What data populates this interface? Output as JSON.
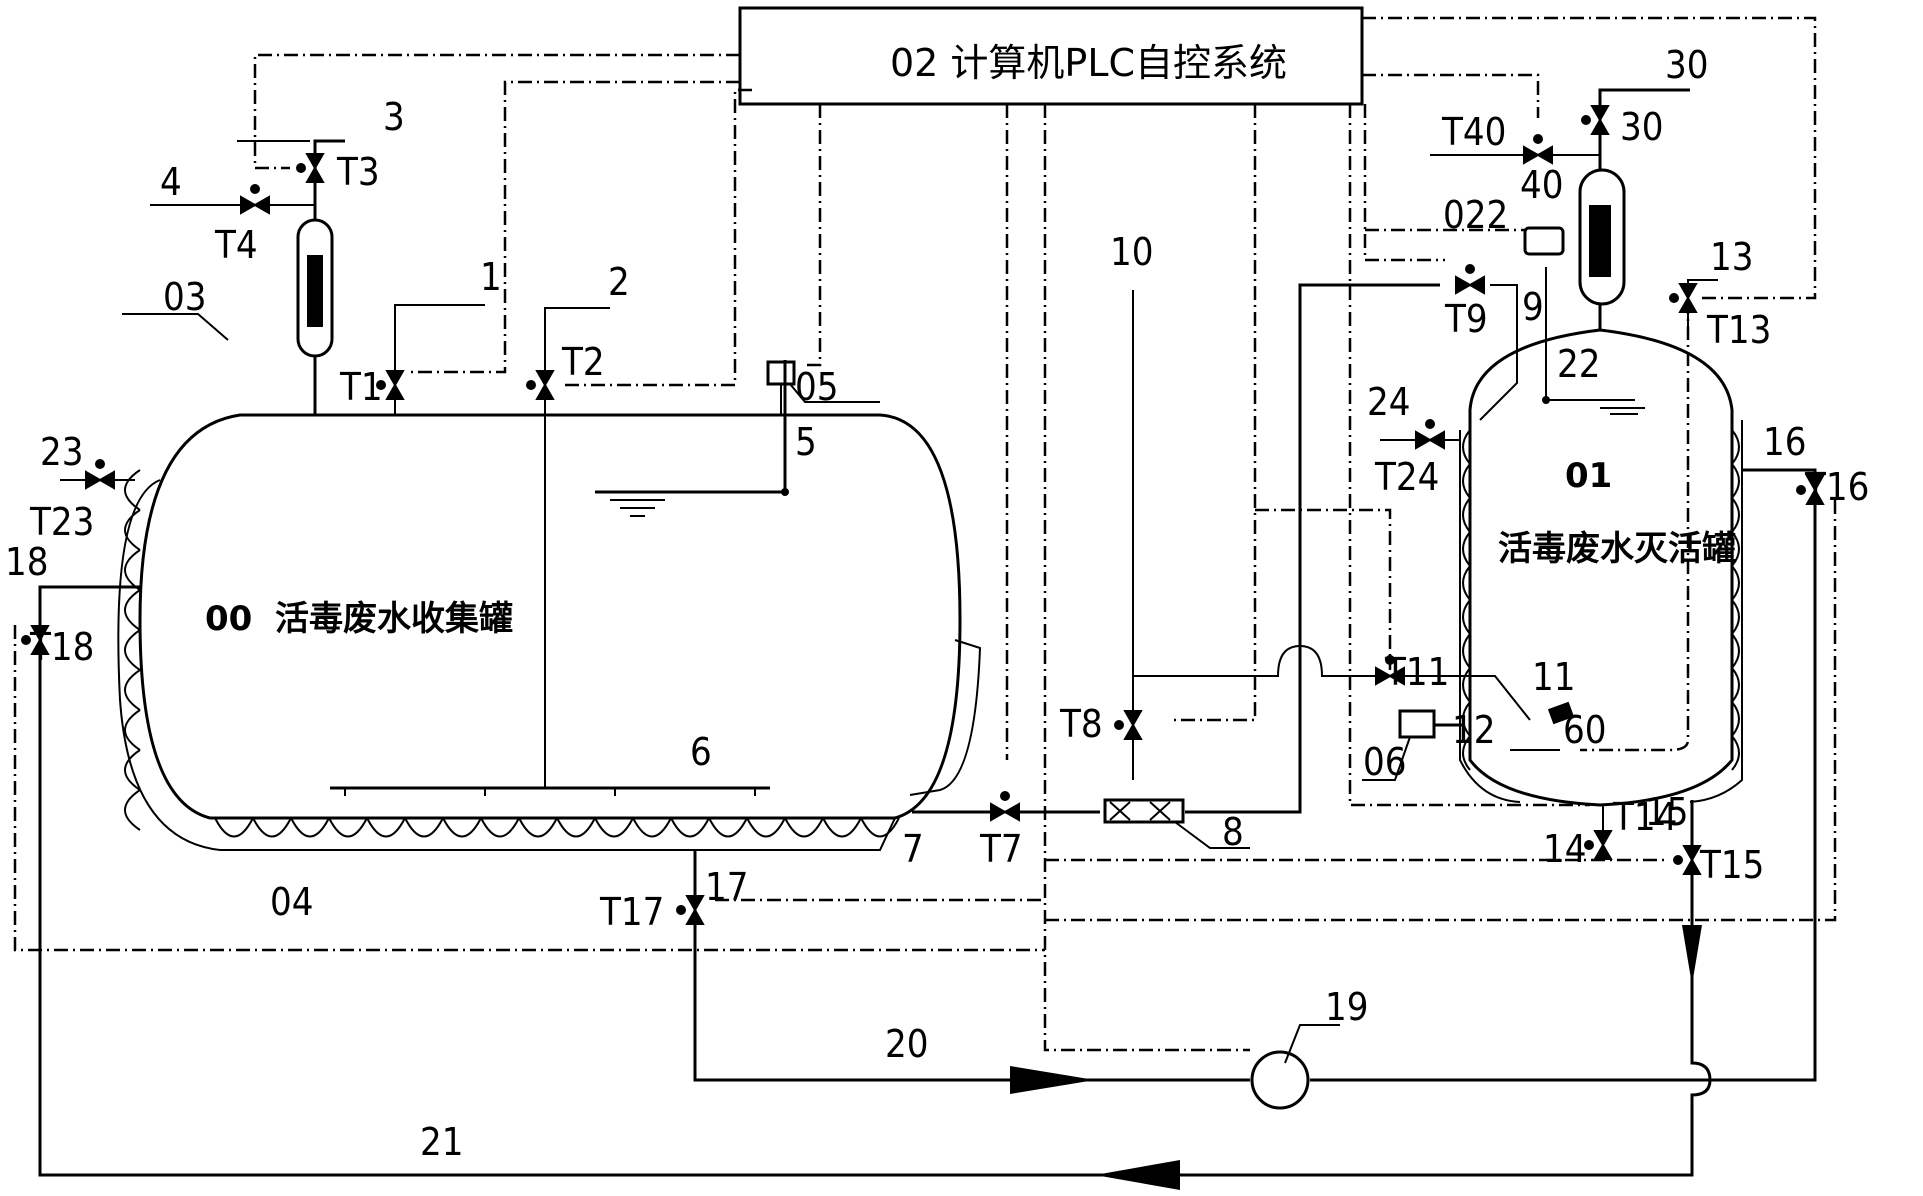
{
  "plc": {
    "label": "02 计算机PLC自控系统"
  },
  "tank00": {
    "code": "00",
    "name": "活毒废水收集罐"
  },
  "tank01": {
    "code": "01",
    "name": "活毒废水灭活罐"
  },
  "labels": {
    "l1": "1",
    "l2": "2",
    "l3": "3",
    "l4": "4",
    "l5": "5",
    "l6": "6",
    "l7": "7",
    "l8": "8",
    "l9": "9",
    "l10": "10",
    "l11": "11",
    "l12": "12",
    "l13": "13",
    "l14": "14",
    "l15": "15",
    "l16": "16",
    "l17": "17",
    "l18": "18",
    "l19": "19",
    "l20": "20",
    "l21": "21",
    "l22": "22",
    "l23": "23",
    "l24": "24",
    "l30": "30",
    "l40": "40",
    "l60": "60",
    "l03": "03",
    "l04": "04",
    "l05": "05",
    "l06": "06",
    "l022": "022"
  },
  "valves": {
    "T1": "T1",
    "T2": "T2",
    "T3": "T3",
    "T4": "T4",
    "T7": "T7",
    "T8": "T8",
    "T9": "T9",
    "T11": "T11",
    "T13": "T13",
    "T14": "T14",
    "T15": "T15",
    "T16": "T16",
    "T17": "T17",
    "T18": "T18",
    "T23": "T23",
    "T24": "T24",
    "T30": "30",
    "T40": "T40"
  }
}
